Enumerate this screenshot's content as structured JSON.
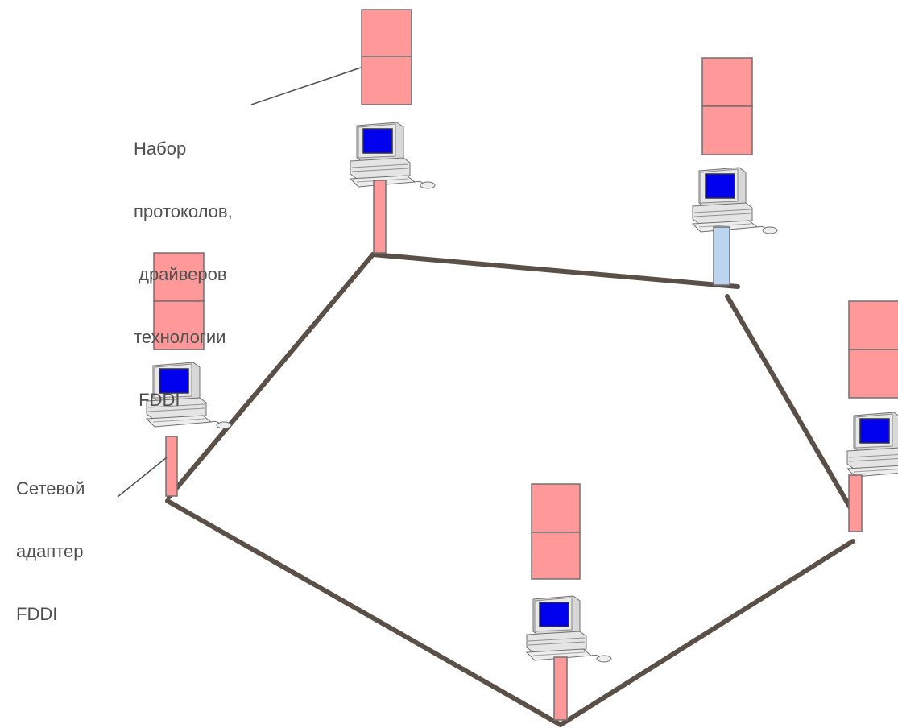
{
  "labels": {
    "protocol_set": [
      "Набор",
      "протоколов,",
      " драйверов",
      "технологии",
      " FDDI"
    ],
    "network_adapter": [
      "Сетевой",
      "адаптер",
      "FDDI"
    ]
  },
  "colors": {
    "stack_fill": "#FF9999",
    "stack_stroke": "#707070",
    "adapter_fill": "#FF9999",
    "adapter_alt_fill": "#BBD5F0",
    "ring_line": "#5A5048",
    "screen": "#0000EE",
    "computer_body": "#E4E4E4",
    "label_text": "#505050"
  },
  "icons": [
    "computer-icon"
  ],
  "nodes": [
    {
      "name": "node-top-center",
      "adapter_type": "pink"
    },
    {
      "name": "node-top-right",
      "adapter_type": "blue"
    },
    {
      "name": "node-left",
      "adapter_type": "pink"
    },
    {
      "name": "node-right",
      "adapter_type": "pink"
    },
    {
      "name": "node-bottom",
      "adapter_type": "pink"
    }
  ]
}
